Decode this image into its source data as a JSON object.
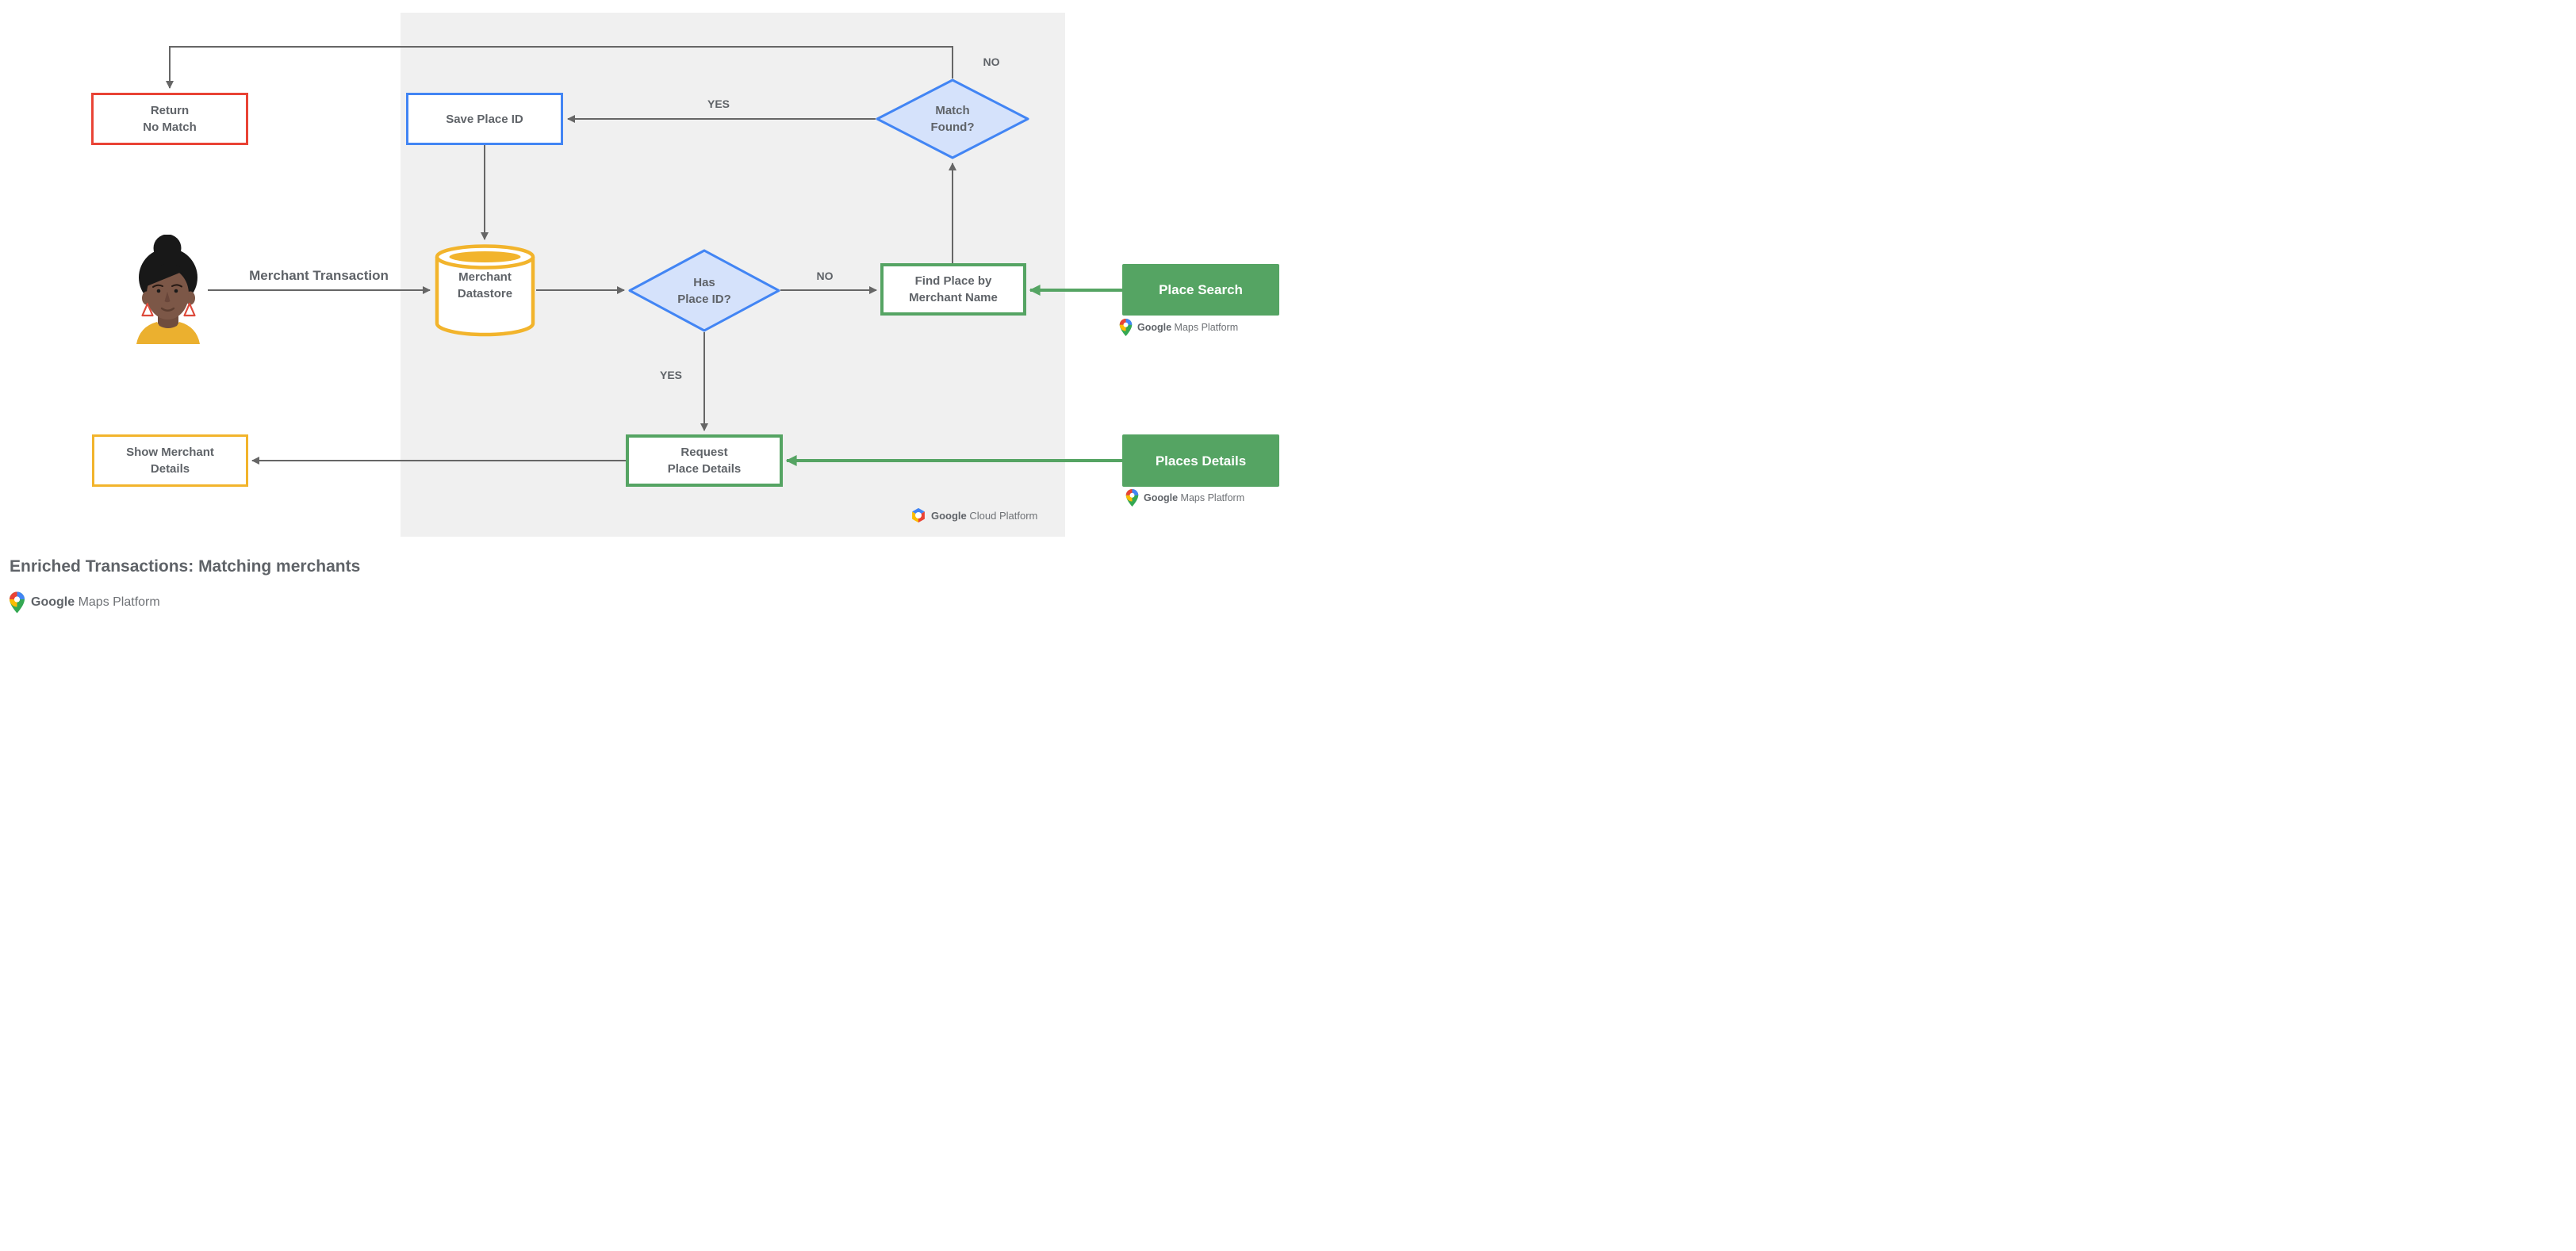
{
  "title": "Enriched Transactions: Matching merchants",
  "colors": {
    "red": "#E94335",
    "blue": "#4285F4",
    "blue_fill": "#D5E2FB",
    "yellow": "#F2B42C",
    "green": "#55A463",
    "panel_gray": "#F0F0F0",
    "arrow_gray": "#666666",
    "text_gray": "#5F6368"
  },
  "nodes": {
    "return": {
      "line1": "Return",
      "line2": "No Match"
    },
    "save": {
      "label": "Save Place ID"
    },
    "match": {
      "line1": "Match",
      "line2": "Found?"
    },
    "datastore": {
      "line1": "Merchant",
      "line2": "Datastore"
    },
    "has_place": {
      "line1": "Has",
      "line2": "Place ID?"
    },
    "find_place": {
      "line1": "Find Place by",
      "line2": "Merchant Name"
    },
    "place_search": {
      "label": "Place Search"
    },
    "request": {
      "line1": "Request",
      "line2": "Place Details"
    },
    "places_details": {
      "label": "Places Details"
    },
    "show": {
      "line1": "Show Merchant",
      "line2": "Details"
    }
  },
  "edge_labels": {
    "merchant_transaction": "Merchant Transaction",
    "yes_top": "YES",
    "no_top": "NO",
    "no_mid": "NO",
    "yes_mid": "YES"
  },
  "logos": {
    "gmp": {
      "google": "Google",
      "rest": "Maps Platform"
    },
    "gcp": {
      "google": "Google",
      "rest": "Cloud Platform"
    }
  }
}
